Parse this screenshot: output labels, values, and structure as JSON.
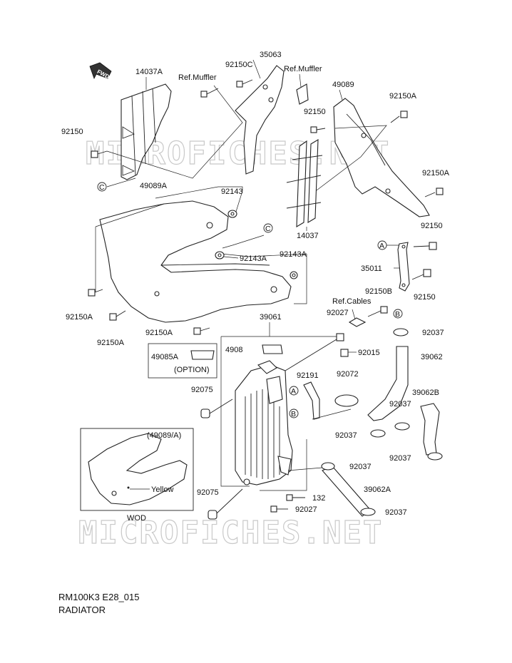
{
  "watermark": "MICROFICHES.NET",
  "fwd_label": "FWD",
  "footer": {
    "code": "RM100K3 E28_015",
    "title": "RADIATOR"
  },
  "labels": {
    "p14037A": "14037A",
    "ref_muffler_1": "Ref.Muffler",
    "p92150C": "92150C",
    "p35063": "35063",
    "ref_muffler_2": "Ref.Muffler",
    "p49089": "49089",
    "p92150A_1": "92150A",
    "p92150_1": "92150",
    "p92150_2": "92150",
    "p92150A_2": "92150A",
    "p49089A": "49089A",
    "p92143": "92143",
    "p14037": "14037",
    "p92150_3": "92150",
    "p92143A_1": "92143A",
    "p92143A_2": "92143A",
    "p35011": "35011",
    "p92150B": "92150B",
    "p92150_4": "92150",
    "p92150A_3": "92150A",
    "p92150A_4": "92150A",
    "ref_cables": "Ref.Cables",
    "p92027_1": "92027",
    "p39061": "39061",
    "p92150A_5": "92150A",
    "p92037_1": "92037",
    "p4908": "4908",
    "p92015": "92015",
    "p39062": "39062",
    "p49085A": "49085A",
    "option": "(OPTION)",
    "p92191": "92191",
    "p92072": "92072",
    "p39062B": "39062B",
    "p92075_1": "92075",
    "p92037_2": "92037",
    "p92037_3": "92037",
    "p92037_4": "92037",
    "p92037_5": "92037",
    "p49089_A": "(49089/A)",
    "yellow": "Yellow",
    "wod": "WOD",
    "p92075_2": "92075",
    "p132": "132",
    "p92027_2": "92027",
    "p39062A": "39062A",
    "p92037_6": "92037",
    "ref_a1": "A",
    "ref_a2": "A",
    "ref_b1": "B",
    "ref_b2": "B",
    "ref_c1": "C",
    "ref_c2": "C"
  }
}
